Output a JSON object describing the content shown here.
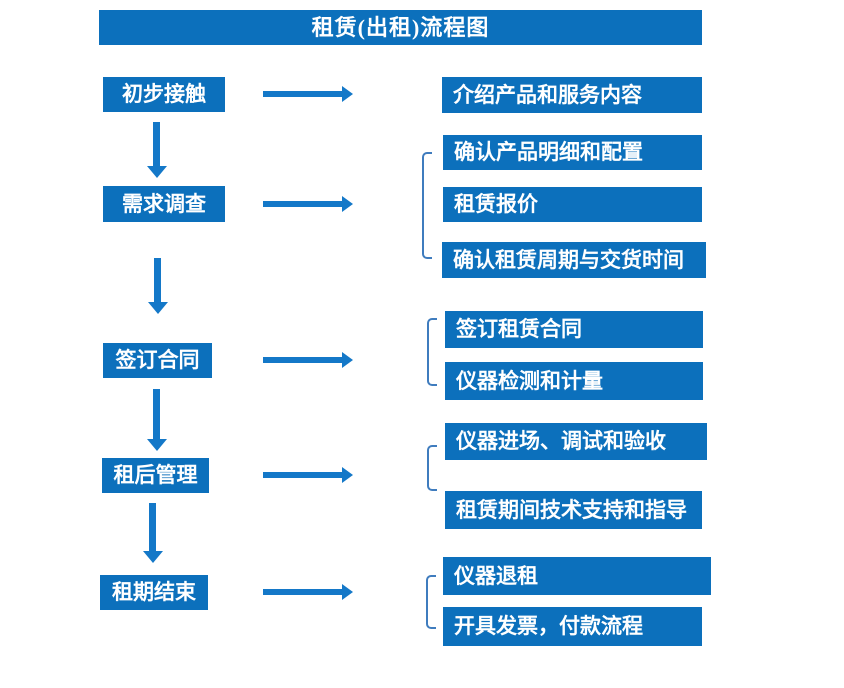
{
  "title": "租赁(出租)流程图",
  "colors": {
    "box_blue": "#0c70bc",
    "arrow_blue": "#1478c8",
    "bracket_blue": "#3f7cbe",
    "text_white": "#ffffff",
    "background": "#ffffff"
  },
  "steps": [
    {
      "label": "初步接触",
      "details": [
        "介绍产品和服务内容"
      ]
    },
    {
      "label": "需求调查",
      "details": [
        "确认产品明细和配置",
        "租赁报价",
        "确认租赁周期与交货时间"
      ]
    },
    {
      "label": "签订合同",
      "details": [
        "签订租赁合同",
        "仪器检测和计量"
      ]
    },
    {
      "label": "租后管理",
      "details": [
        "仪器进场、调试和验收",
        "租赁期间技术支持和指导"
      ]
    },
    {
      "label": "租期结束",
      "details": [
        "仪器退租",
        "开具发票，付款流程"
      ]
    }
  ]
}
